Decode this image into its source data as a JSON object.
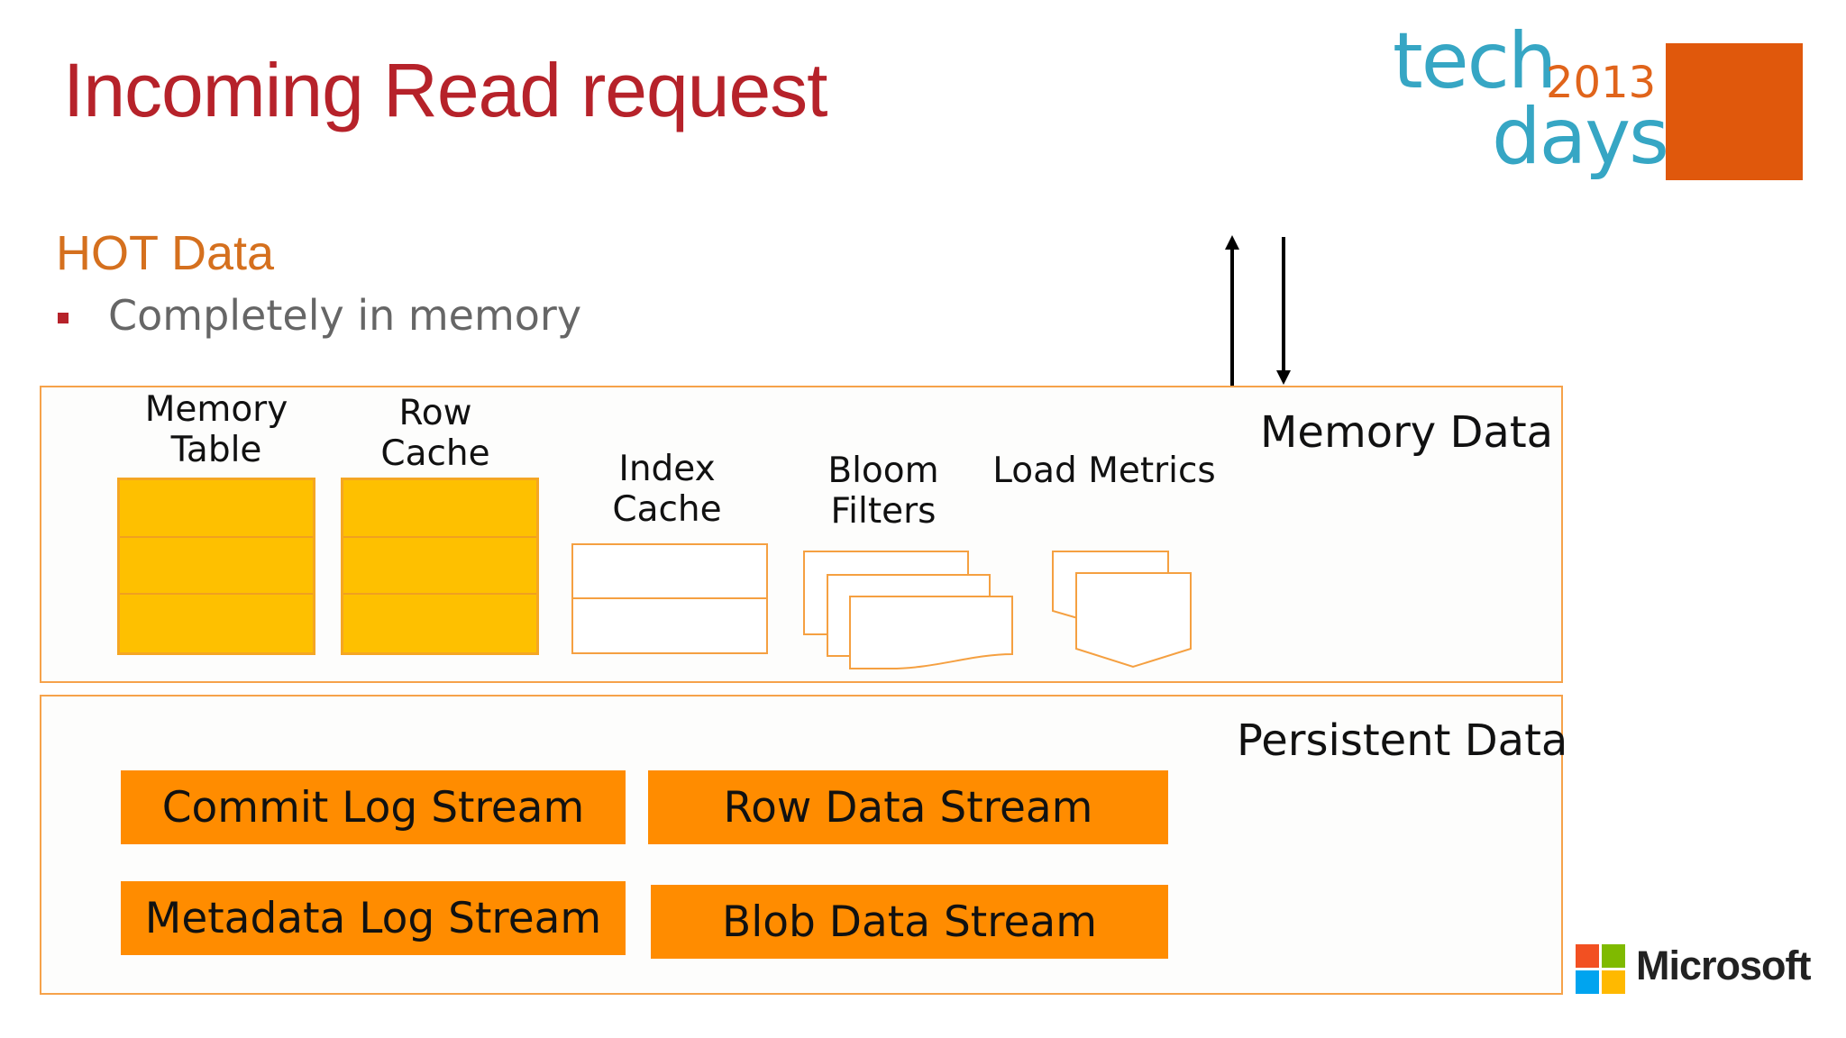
{
  "slide": {
    "title": "Incoming Read request",
    "section_heading": "HOT Data",
    "bullet": "Completely in memory"
  },
  "logo": {
    "tech": "tech",
    "year": "2013",
    "days": "days",
    "brand_colors": {
      "teal": "#36a6c4",
      "orange": "#e0580c"
    }
  },
  "memory_panel": {
    "title": "Memory Data",
    "components": [
      {
        "label_line1": "Memory",
        "label_line2": "Table"
      },
      {
        "label_line1": "Row",
        "label_line2": "Cache"
      },
      {
        "label_line1": "Index",
        "label_line2": "Cache"
      },
      {
        "label_line1": "Bloom",
        "label_line2": "Filters"
      },
      {
        "label_line1": "Load Metrics"
      }
    ]
  },
  "persistent_panel": {
    "title": "Persistent Data",
    "streams": [
      "Commit Log Stream",
      "Row Data Stream",
      "Metadata Log Stream",
      "Blob Data Stream"
    ]
  },
  "footer": {
    "brand": "Microsoft",
    "logo_colors": [
      "#f25022",
      "#7fba00",
      "#00a4ef",
      "#ffb900"
    ]
  },
  "colors": {
    "title": "#b6222a",
    "section": "#d5701e",
    "panel_border": "#f6a24a",
    "filled_box": "#fec000",
    "stream": "#ff8c00"
  }
}
